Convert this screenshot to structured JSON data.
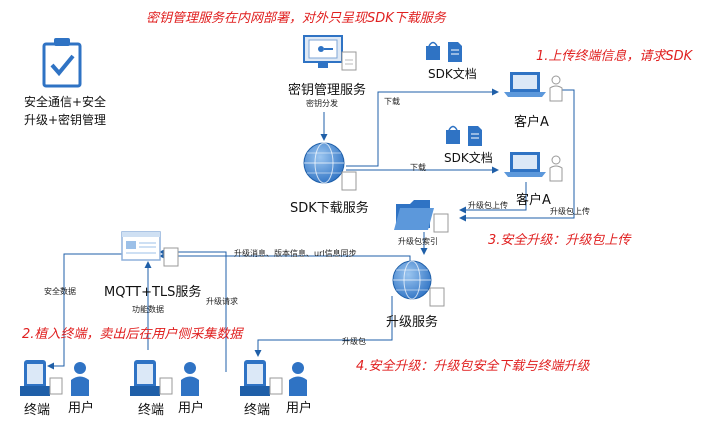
{
  "annotations": {
    "top_note": "密钥管理服务在内网部署，对外只呈现SDK下载服务",
    "step1": "1.上传终端信息，请求SDK",
    "step2": "2.植入终端，卖出后在用户侧采集数据",
    "step3": "3.安全升级：升级包上传",
    "step4": "4.安全升级：升级包安全下载与终端升级"
  },
  "legend": {
    "line1": "安全通信+安全",
    "line2": "升级+密钥管理"
  },
  "nodes": {
    "key_service": "密钥管理服务",
    "sdk_service": "SDK下载服务",
    "mqtt_service": "MQTT+TLS服务",
    "upgrade_service": "升级服务",
    "sdk_doc_1": "SDK文档",
    "sdk_doc_2": "SDK文档",
    "client_1": "客户A",
    "client_2": "客户A",
    "terminal_1": "终端",
    "terminal_2": "终端",
    "terminal_3": "终端",
    "user_1": "用户",
    "user_2": "用户",
    "user_3": "用户"
  },
  "edges": {
    "key_dist": "密钥分发",
    "download_1": "下载",
    "download_2": "下载",
    "pkg_upload_1": "升级包上传",
    "pkg_upload_2": "升级包上传",
    "pkg_index": "升级包索引",
    "sync_info": "升级消息、版本信息、url信息同步",
    "secure_data": "安全数据",
    "func_data": "功能数据",
    "upgrade_req": "升级请求",
    "pkg": "升级包"
  },
  "colors": {
    "line": "#1f5fa8",
    "accent_red": "#e02020",
    "icon_blue": "#2f73c4"
  }
}
